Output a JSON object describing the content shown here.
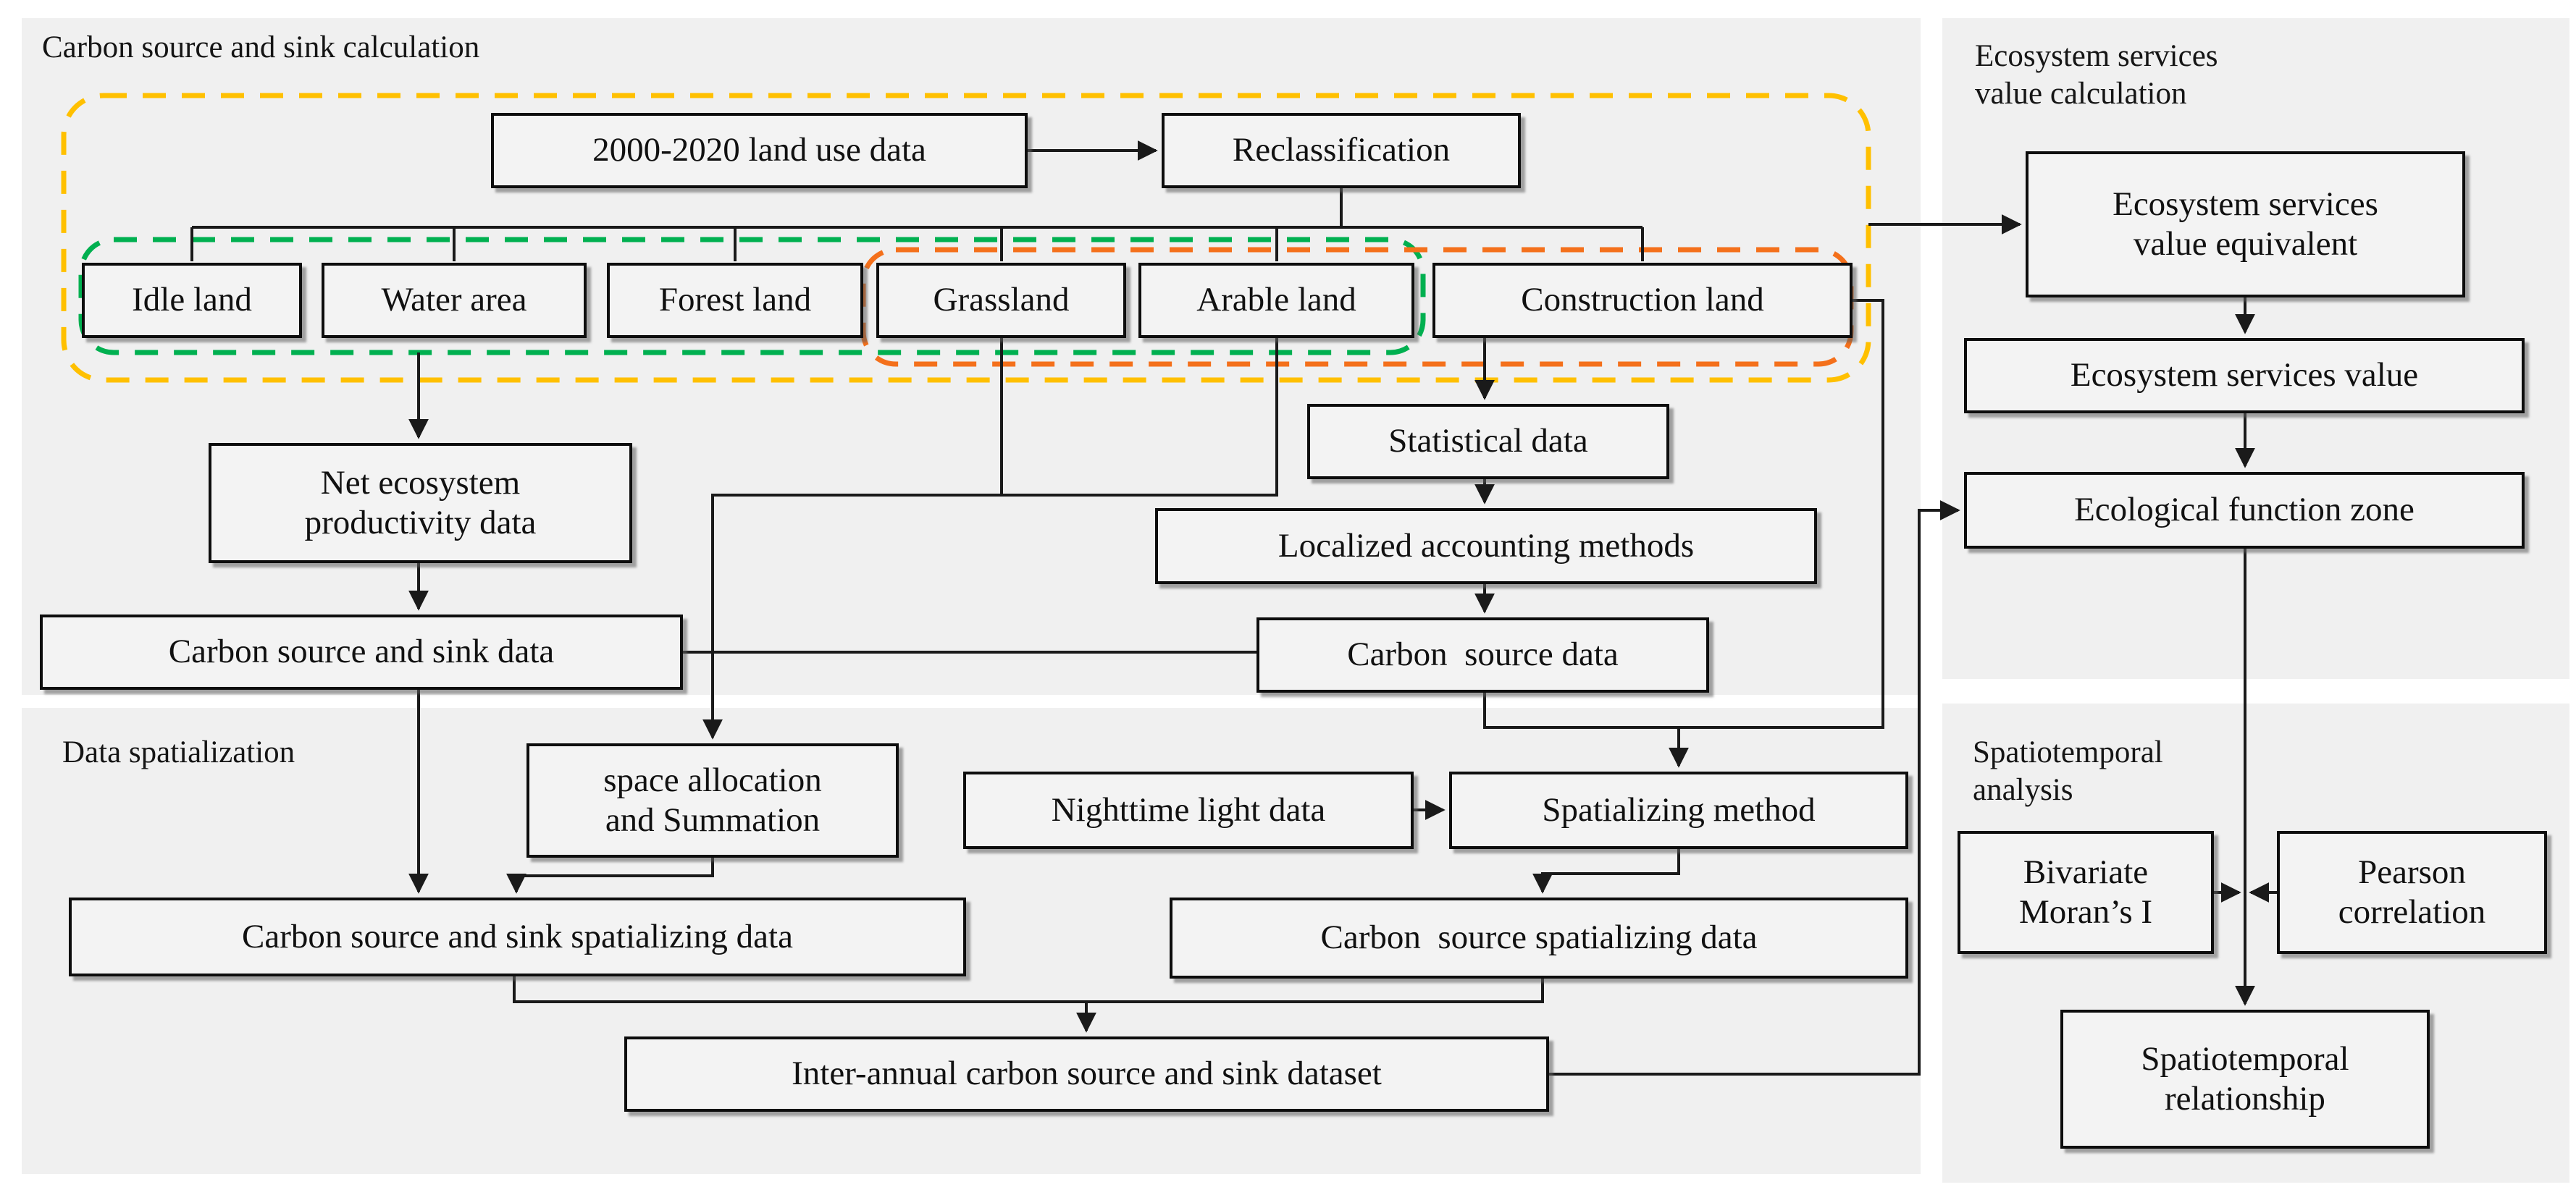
{
  "colors": {
    "panel_bg": "#f0f0f0",
    "group_yellow": "#FFC000",
    "group_green": "#00B050",
    "group_orange": "#F4701B",
    "line": "#1a1a1a"
  },
  "sections": {
    "carbon_calc": {
      "title": "Carbon source and sink calculation"
    },
    "esv_calc": {
      "title": "Ecosystem services\nvalue calculation"
    },
    "data_spatialization": {
      "title": "Data spatialization"
    },
    "spatiotemporal": {
      "title": "Spatiotemporal\nanalysis"
    }
  },
  "boxes": {
    "landuse": "2000-2020 land use data",
    "reclassification": "Reclassification",
    "idle": "Idle land",
    "water": "Water area",
    "forest": "Forest land",
    "grassland": "Grassland",
    "arable": "Arable land",
    "construction": "Construction land",
    "nep": "Net ecosystem\nproductivity data",
    "css_data": "Carbon source and sink data",
    "statistical": "Statistical data",
    "localized": "Localized accounting methods",
    "cs_data": "Carbon  source data",
    "space_alloc": "space allocation\nand Summation",
    "nightlight": "Nighttime light data",
    "spat_method": "Spatializing method",
    "css_spat": "Carbon source and sink spatializing data",
    "cs_spat": "Carbon  source spatializing data",
    "interannual": "Inter-annual carbon source and sink dataset",
    "esv_equivalent": "Ecosystem services\nvalue equivalent",
    "esv_value": "Ecosystem services value",
    "eco_zone": "Ecological function zone",
    "bivariate": "Bivariate\nMoran’s I",
    "pearson": "Pearson\ncorrelation",
    "spat_rel": "Spatiotemporal\nrelationship"
  }
}
